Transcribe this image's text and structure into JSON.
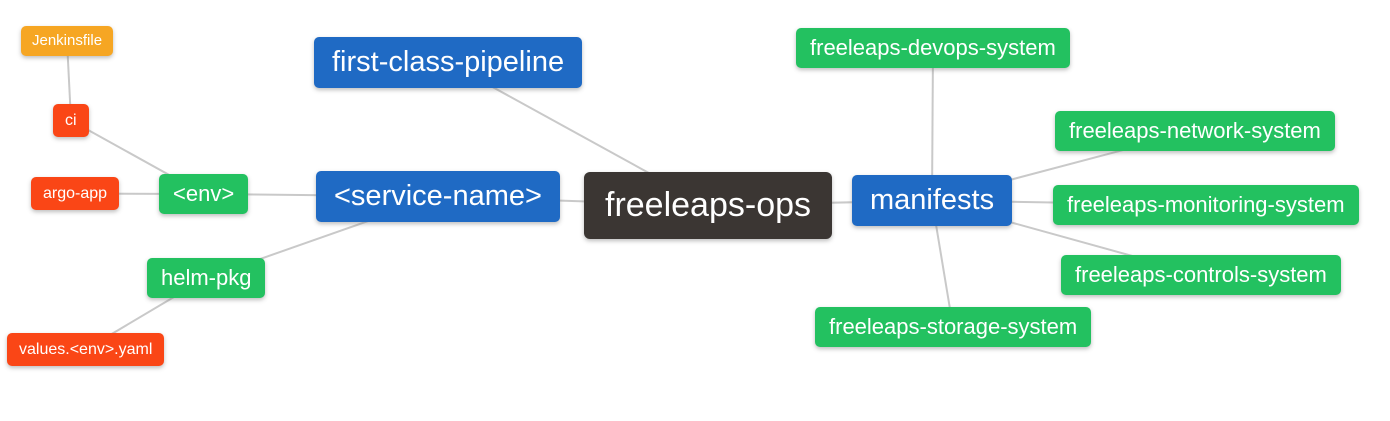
{
  "diagram": {
    "type": "mindmap",
    "root_label": "freeleaps-ops"
  },
  "palette": {
    "blue": "#1f6ac4",
    "green": "#23c160",
    "red_orange": "#fa4616",
    "orange": "#f6a623",
    "dark": "#3b3633",
    "edge_line": "#c9c9c9",
    "node_text": "#ffffff",
    "background": "#ffffff"
  },
  "nodes": [
    {
      "id": "jenkinsfile",
      "label": "Jenkinsfile",
      "color": "#f6a623"
    },
    {
      "id": "ci",
      "label": "ci",
      "color": "#fa4616"
    },
    {
      "id": "argo-app",
      "label": "argo-app",
      "color": "#fa4616"
    },
    {
      "id": "env",
      "label": "<env>",
      "color": "#23c160"
    },
    {
      "id": "service-name",
      "label": "<service-name>",
      "color": "#1f6ac4"
    },
    {
      "id": "helm-pkg",
      "label": "helm-pkg",
      "color": "#23c160"
    },
    {
      "id": "values-env-yaml",
      "label": "values.<env>.yaml",
      "color": "#fa4616"
    },
    {
      "id": "first-class-pipeline",
      "label": "first-class-pipeline",
      "color": "#1f6ac4"
    },
    {
      "id": "freeleaps-ops",
      "label": "freeleaps-ops",
      "color": "#3b3633"
    },
    {
      "id": "manifests",
      "label": "manifests",
      "color": "#1f6ac4"
    },
    {
      "id": "freeleaps-devops-system",
      "label": "freeleaps-devops-system",
      "color": "#23c160"
    },
    {
      "id": "freeleaps-network-system",
      "label": "freeleaps-network-system",
      "color": "#23c160"
    },
    {
      "id": "freeleaps-monitoring-system",
      "label": "freeleaps-monitoring-system",
      "color": "#23c160"
    },
    {
      "id": "freeleaps-controls-system",
      "label": "freeleaps-controls-system",
      "color": "#23c160"
    },
    {
      "id": "freeleaps-storage-system",
      "label": "freeleaps-storage-system",
      "color": "#23c160"
    }
  ],
  "edges": [
    {
      "from": "jenkinsfile",
      "to": "ci"
    },
    {
      "from": "ci",
      "to": "env"
    },
    {
      "from": "argo-app",
      "to": "env"
    },
    {
      "from": "env",
      "to": "service-name"
    },
    {
      "from": "helm-pkg",
      "to": "service-name"
    },
    {
      "from": "values-env-yaml",
      "to": "helm-pkg"
    },
    {
      "from": "service-name",
      "to": "freeleaps-ops"
    },
    {
      "from": "first-class-pipeline",
      "to": "freeleaps-ops"
    },
    {
      "from": "freeleaps-ops",
      "to": "manifests"
    },
    {
      "from": "manifests",
      "to": "freeleaps-devops-system"
    },
    {
      "from": "manifests",
      "to": "freeleaps-network-system"
    },
    {
      "from": "manifests",
      "to": "freeleaps-monitoring-system"
    },
    {
      "from": "manifests",
      "to": "freeleaps-controls-system"
    },
    {
      "from": "manifests",
      "to": "freeleaps-storage-system"
    }
  ]
}
